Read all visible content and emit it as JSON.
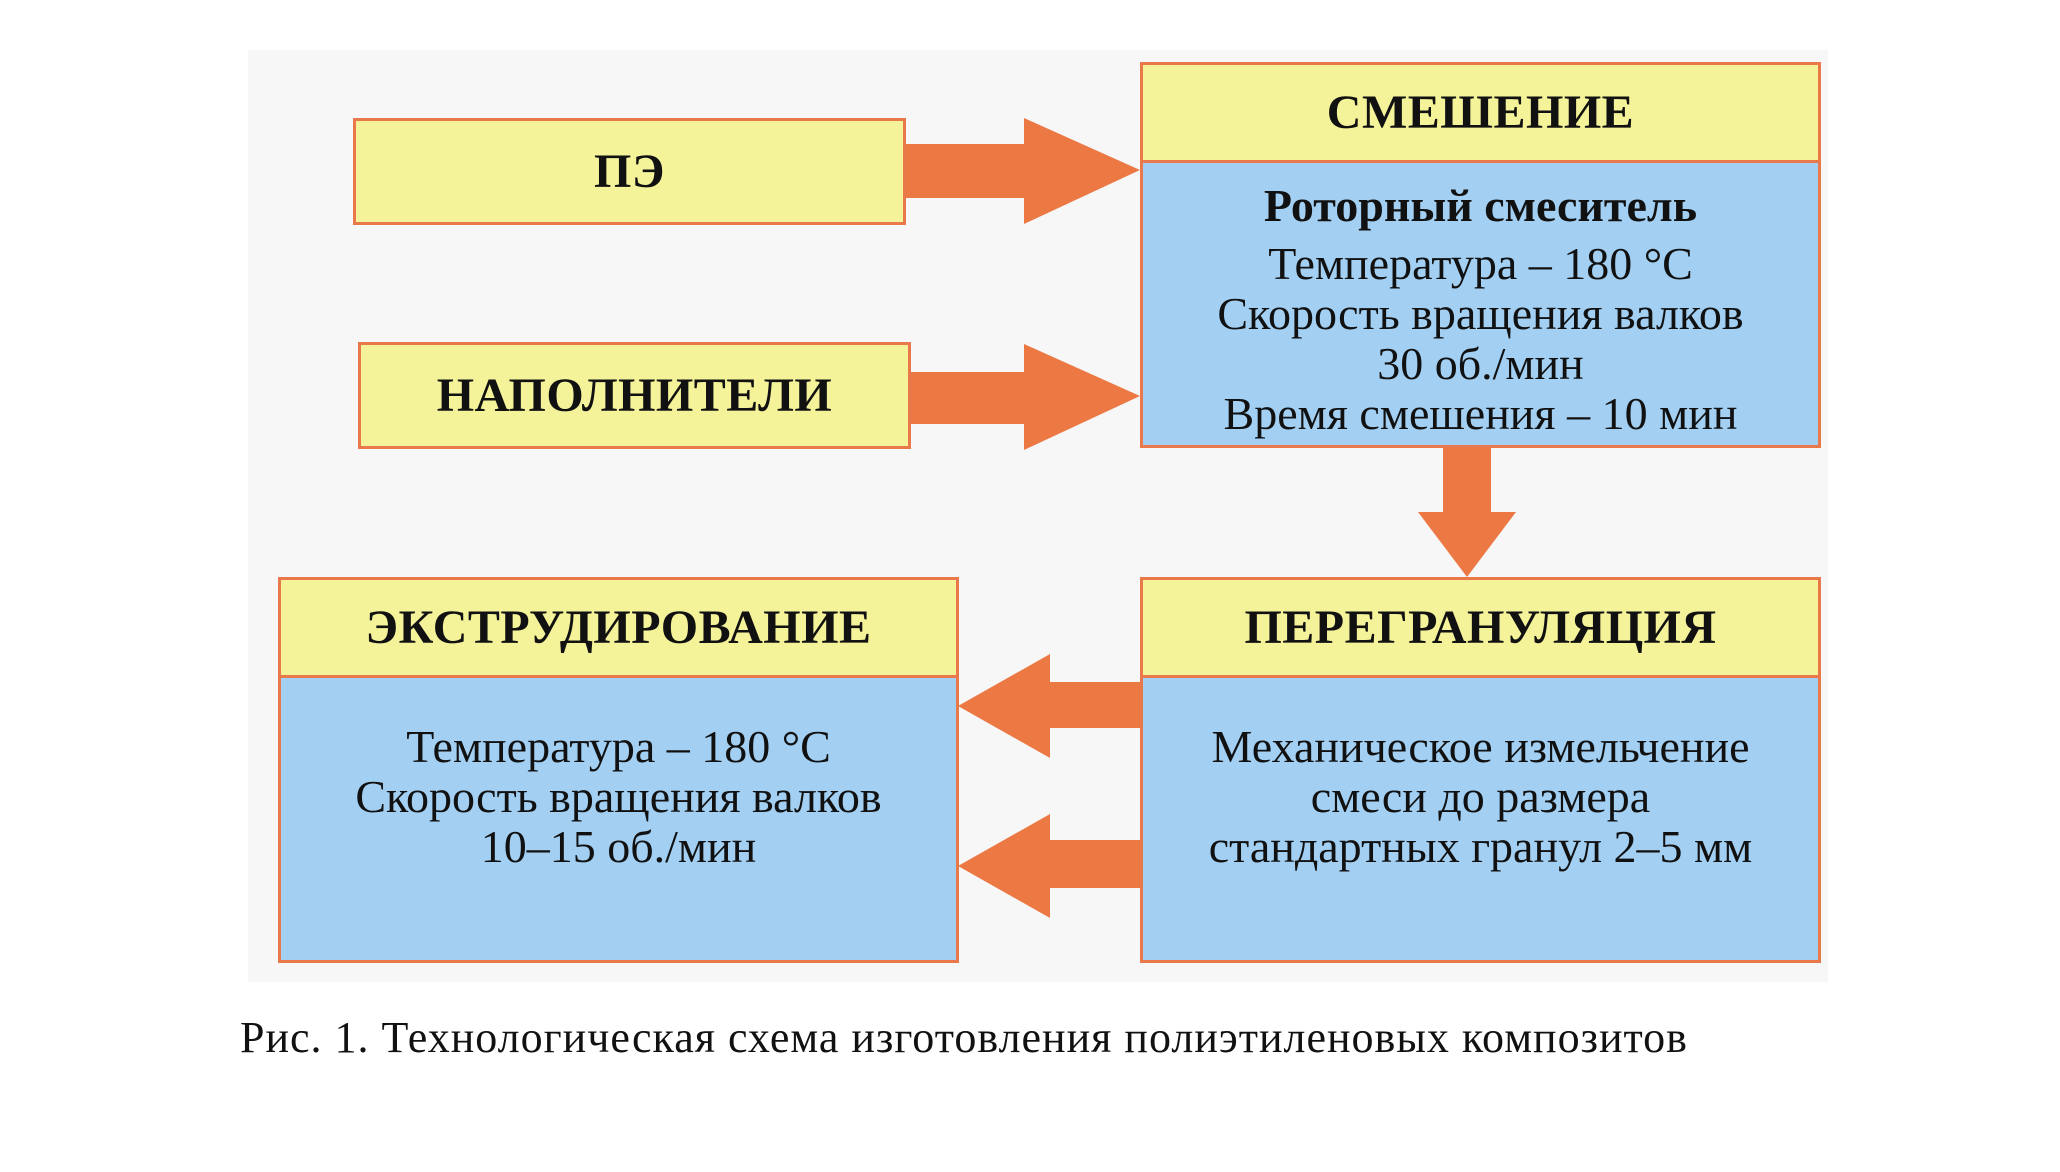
{
  "diagram": {
    "nodes": {
      "pe": {
        "label": "ПЭ"
      },
      "fillers": {
        "label": "НАПОЛНИТЕЛИ"
      },
      "mixing": {
        "title": "СМЕШЕНИЕ",
        "subtitle": "Роторный смеситель",
        "lines": [
          "Температура – 180 °С",
          "Скорость вращения валков",
          "30 об./мин",
          "Время смешения  – 10 мин"
        ]
      },
      "regranulation": {
        "title": "ПЕРЕГРАНУЛЯЦИЯ",
        "lines": [
          "Механическое измельчение",
          "смеси до размера",
          "стандартных гранул 2–5 мм"
        ]
      },
      "extrusion": {
        "title": "ЭКСТРУДИРОВАНИЕ",
        "lines": [
          "Температура – 180 °С",
          "Скорость вращения валков",
          "10–15 об./мин"
        ]
      }
    },
    "colors": {
      "header_fill": "#f5f39a",
      "body_fill": "#a2cff2",
      "border": "#e9784a",
      "arrow": "#ec7844"
    }
  },
  "caption": "Рис. 1. Технологическая схема изготовления полиэтиленовых композитов"
}
